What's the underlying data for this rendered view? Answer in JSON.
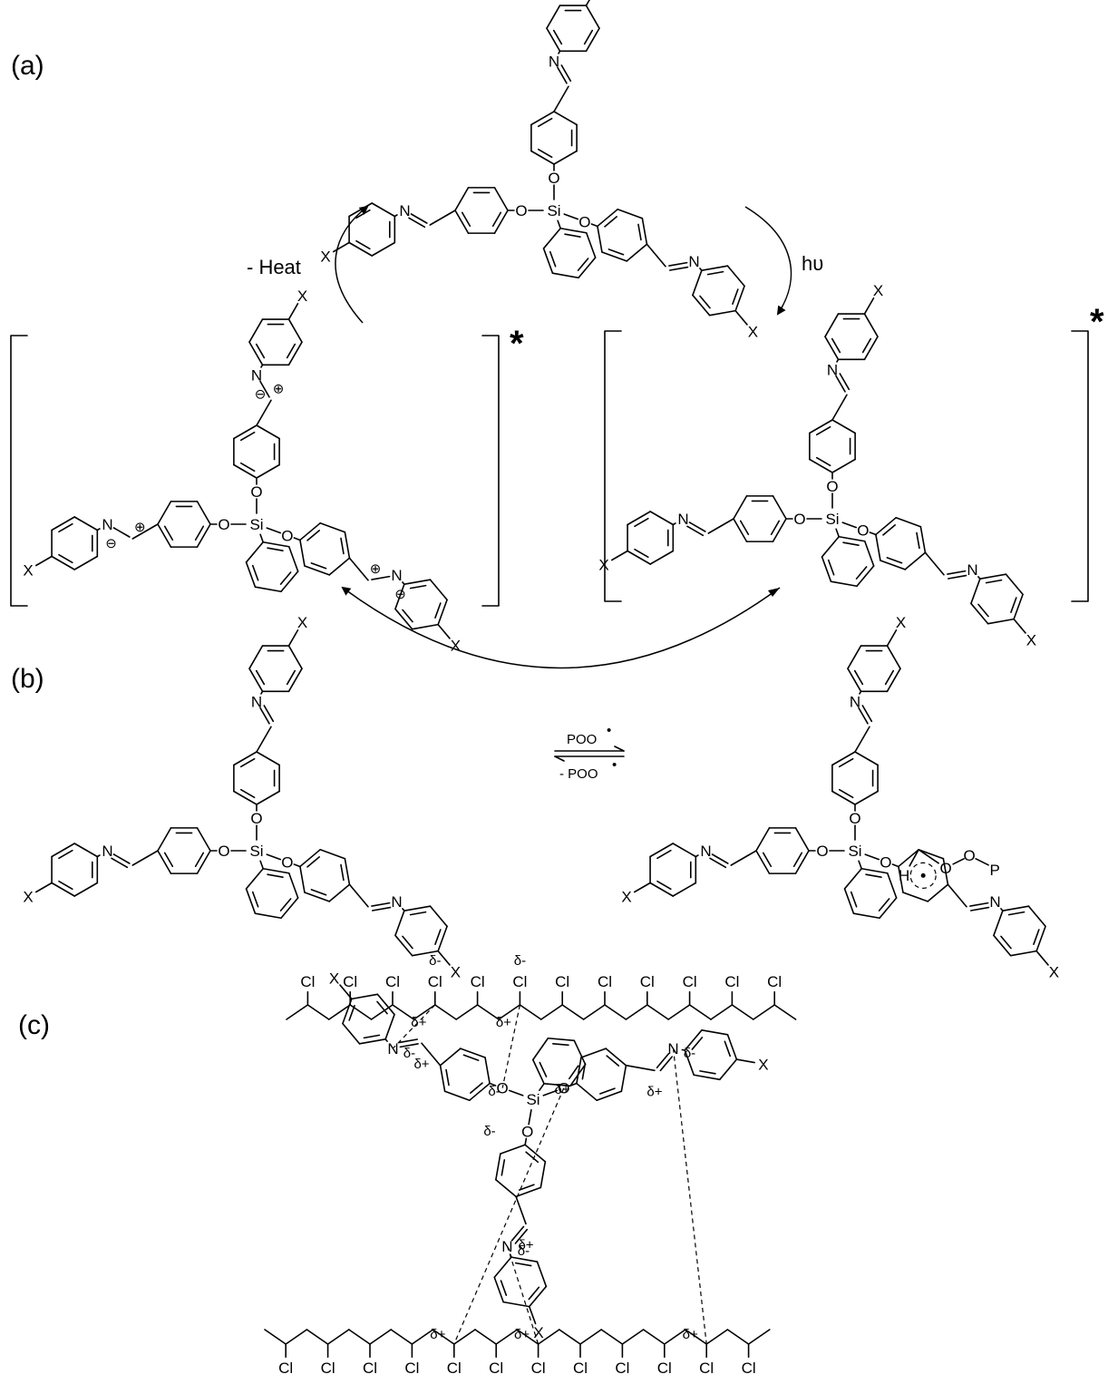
{
  "panels": [
    "(a)",
    "(b)",
    "(c)"
  ],
  "reaction_labels": {
    "heat": "- Heat",
    "light": "hυ",
    "excited": "*",
    "forward": "POO",
    "reverse": "- POO",
    "radical_dot": "•"
  },
  "atoms": {
    "substituent": "X",
    "nitrogen": "N",
    "oxygen": "O",
    "silicon": "Si",
    "hydrogen": "H",
    "polymer": "P",
    "chlorine": "Cl",
    "plus_charge": "⊕",
    "minus_charge": "⊖"
  },
  "partial_charges": {
    "positive": "δ+",
    "negative": "δ-"
  }
}
